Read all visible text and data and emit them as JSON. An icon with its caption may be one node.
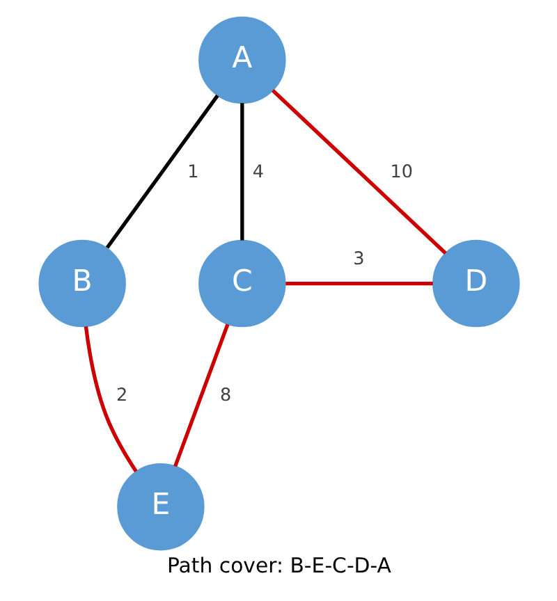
{
  "diagram": {
    "caption": "Path cover: B-E-C-D-A",
    "nodes": [
      {
        "text": [
          "A"
        ]
      },
      {
        "text": [
          "B"
        ]
      },
      {
        "text": [
          "C"
        ]
      },
      {
        "text": [
          "D"
        ]
      },
      {
        "text": [
          "E"
        ]
      }
    ],
    "edges": [
      {
        "from": 0,
        "to": 1,
        "arrow": "none",
        "label": "1",
        "color": "#000000"
      },
      {
        "from": 0,
        "to": 2,
        "arrow": "none",
        "label": "4",
        "color": "#000000"
      },
      {
        "from": 0,
        "to": 3,
        "arrow": "none",
        "label": "10"
      },
      {
        "from": 2,
        "to": 3,
        "arrow": "none",
        "label": "3"
      },
      {
        "from": 1,
        "to": 4,
        "arrow": "none",
        "label": "2"
      },
      {
        "from": 2,
        "to": 4,
        "arrow": "none",
        "label": "8"
      }
    ]
  }
}
